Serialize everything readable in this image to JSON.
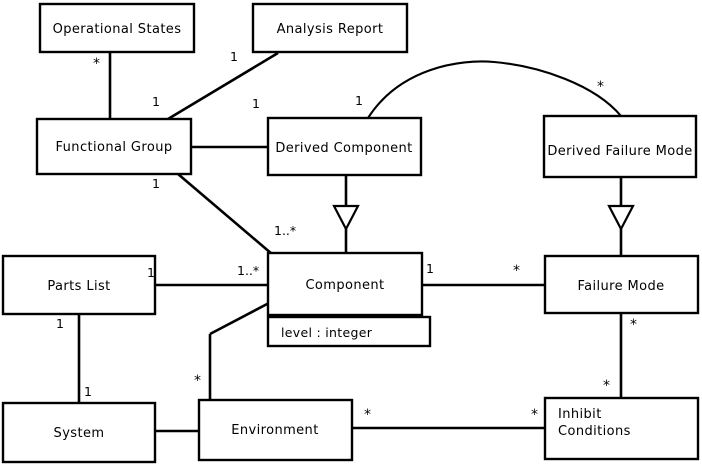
{
  "diagram": {
    "type": "uml-class-diagram",
    "title": "",
    "background_color": "#ffffff",
    "line_color": "#000000",
    "classes": [
      {
        "id": "operational_states",
        "name": "Operational States"
      },
      {
        "id": "analysis_report",
        "name": "Analysis Report"
      },
      {
        "id": "functional_group",
        "name": "Functional Group"
      },
      {
        "id": "derived_component",
        "name": "Derived Component"
      },
      {
        "id": "derived_failure_mode",
        "name": "Derived Failure Mode"
      },
      {
        "id": "parts_list",
        "name": "Parts List"
      },
      {
        "id": "component",
        "name": "Component",
        "attribute": "level : integer"
      },
      {
        "id": "failure_mode",
        "name": "Failure Mode"
      },
      {
        "id": "system",
        "name": "System"
      },
      {
        "id": "environment",
        "name": "Environment"
      },
      {
        "id": "inhibit_conditions",
        "name_line1": "Inhibit",
        "name_line2": "Conditions"
      }
    ],
    "multiplicities": {
      "operational_states_to_functional_group_near_states": "*",
      "operational_states_to_functional_group_near_group": "1",
      "analysis_report_to_functional_group": "1",
      "functional_group_to_derived_component": "1",
      "functional_group_to_component": "1",
      "functional_group_to_component_far": "1..*",
      "derived_component_to_derived_failure_mode_near_component": "1",
      "derived_component_to_derived_failure_mode_near_failure": "*",
      "parts_list_to_component_near_list": "1",
      "parts_list_to_component_near_component": "1..*",
      "parts_list_to_system_near_list": "1",
      "parts_list_to_system_near_system": "1",
      "component_to_failure_mode_near_component": "1",
      "component_to_failure_mode_near_failure": "*",
      "environment_to_component": "*",
      "environment_to_inhibit_near_environment": "*",
      "environment_to_inhibit_near_inhibit": "*",
      "failure_mode_to_inhibit_near_failure": "*",
      "failure_mode_to_inhibit_near_inhibit": "*"
    }
  }
}
